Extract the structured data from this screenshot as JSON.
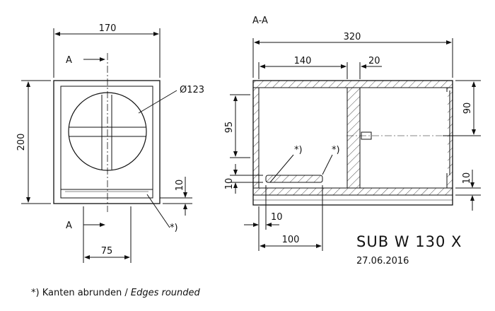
{
  "section_label": "A-A",
  "cut_marker": "A",
  "dimensions": {
    "front_width": "170",
    "front_height": "200",
    "hole_diameter": "Ø123",
    "front_bottom_gap": "10",
    "front_center_offset": "75",
    "total_length": "320",
    "chamber_length": "140",
    "divider_thickness": "20",
    "port_height_right": "90",
    "bottom_right_gap": "10",
    "port_height_left": "95",
    "slot_height": "10",
    "slot_offset": "10",
    "slot_length": "100"
  },
  "markers": {
    "edge_note_mark": "*)"
  },
  "title_block": {
    "name": "SUB W 130 X",
    "date": "27.06.2016"
  },
  "footnote": {
    "mark": "*)",
    "text_de": "Kanten abrunden /",
    "text_en": "Edges rounded"
  }
}
